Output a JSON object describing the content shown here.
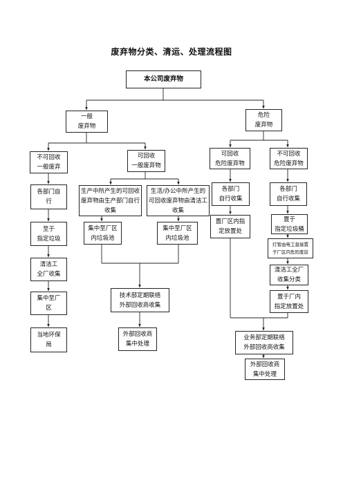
{
  "title": "废弃物分类、清运、处理流程图",
  "nodes": {
    "root": "本公司废弃物",
    "general": "一般\n废弃物",
    "hazardous": "危险\n废弃物",
    "g_nonrecyclable": "不可回收\n一般废弃",
    "g_recyclable": "可回收\n一般废弃物",
    "h_recyclable": "可回收\n危险废弃物",
    "h_nonrecyclable": "不可回收\n危险废弃物",
    "a1": "各部门自\n行",
    "a2": "至于\n指定垃圾",
    "a3": "清洁工\n全厂收集",
    "a4": "集中至厂\n区",
    "a5": "当地环保\n局",
    "b1": "生产中所产生的可回收\n废弃物由生产部门自行\n收集",
    "b2": "集中至厂区\n内垃圾池",
    "c1": "生活/办公中所产生的\n可回收废弃物由清洁工\n收集",
    "c2": "集中至厂区\n内垃圾池",
    "bc1": "技术部定期联络\n外部回收商收集",
    "bc2": "外部回收商\n集中处理",
    "d1": "各部门\n自行收集",
    "d2": "置厂区内指\n定放置处",
    "e1": "各部门\n自行收集",
    "e2": "置于\n指定垃圾桶",
    "e3": "灯管由电工直接置\n于厂区内危险废房",
    "e4": "清洁工全厂\n收集分类",
    "e5": "置于厂内\n指定放置处",
    "h1": "业务部定期联络\n外部回收商收集",
    "h2": "外部回收商\n集中处理"
  }
}
